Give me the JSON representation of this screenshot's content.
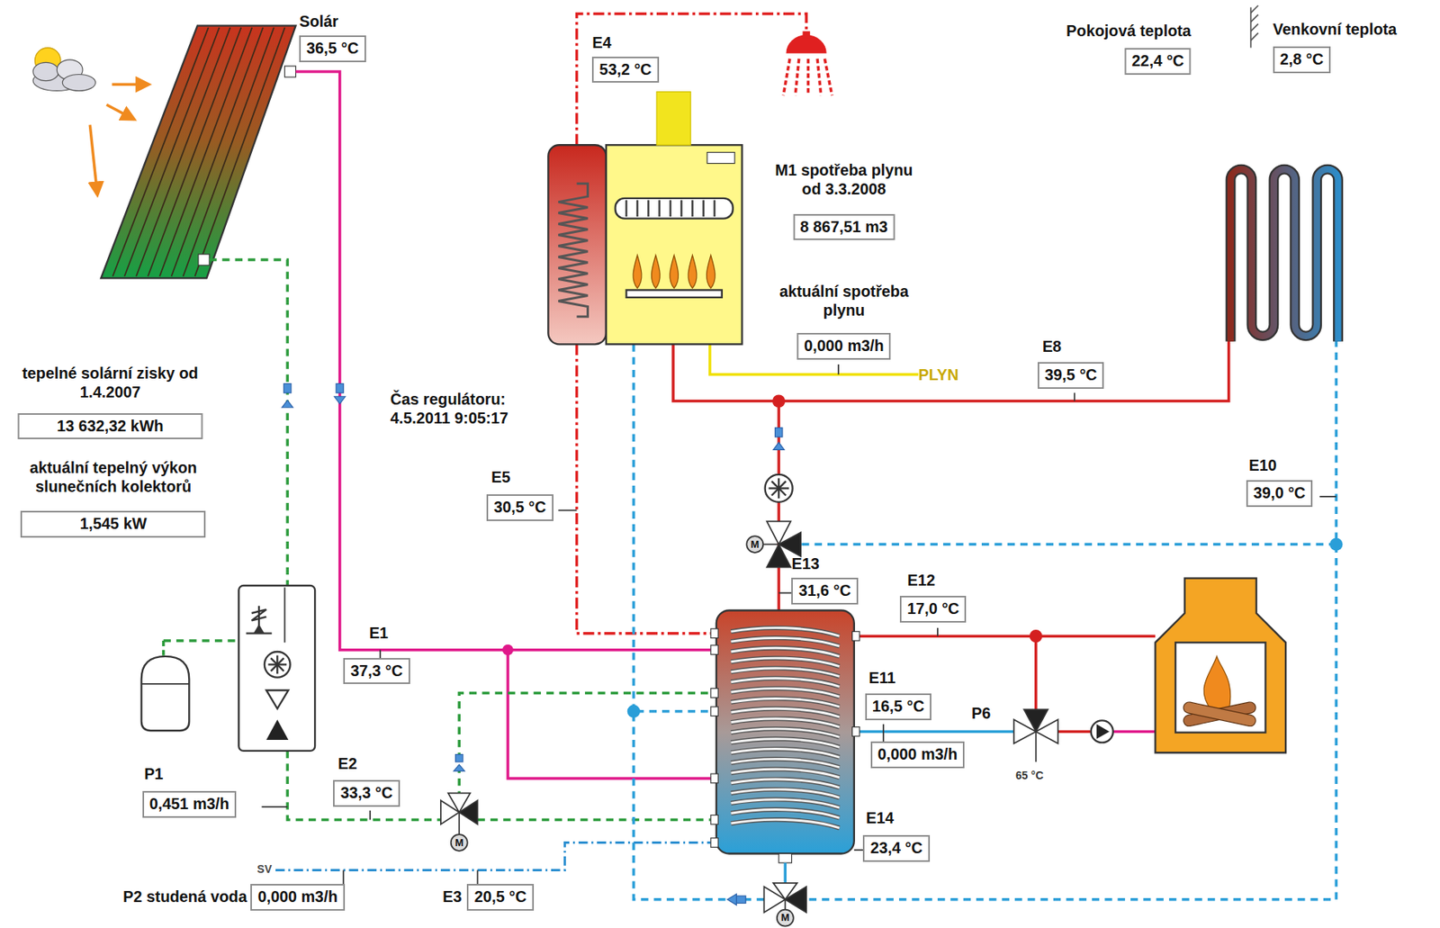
{
  "diagram": {
    "nodes": [
      {
        "text": [
          "Solár",
          "36,5 °C"
        ]
      },
      {
        "text": [
          "E4",
          "53,2 °C"
        ]
      },
      {
        "text": [
          "Pokojová teplota",
          "22,4 °C"
        ]
      },
      {
        "text": [
          "Venkovní teplota",
          "2,8 °C"
        ]
      },
      {
        "text": [
          "M1 spotřeba plynu od 3.3.2008",
          "8 867,51 m3"
        ]
      },
      {
        "text": [
          "aktuální spotřeba plynu",
          "0,000 m3/h"
        ]
      },
      {
        "text": [
          "tepelné solární zisky od 1.4.2007",
          "13 632,32 kWh"
        ]
      },
      {
        "text": [
          "aktuální tepelný výkon slunečních kolektorů",
          "1,545 kW"
        ]
      },
      {
        "text": [
          "E8",
          "39,5 °C"
        ]
      },
      {
        "text": [
          "E10",
          "39,0 °C"
        ]
      },
      {
        "text": [
          "E5",
          "30,5 °C"
        ]
      },
      {
        "text": [
          "E13",
          "31,6 °C"
        ]
      },
      {
        "text": [
          "E12",
          "17,0 °C"
        ]
      },
      {
        "text": [
          "E1",
          "37,3 °C"
        ]
      },
      {
        "text": [
          "E11",
          "16,5 °C"
        ]
      },
      {
        "text": [
          "0,000 m3/h"
        ]
      },
      {
        "text": [
          "P1",
          "0,451 m3/h"
        ]
      },
      {
        "text": [
          "E2",
          "33,3 °C"
        ]
      },
      {
        "text": [
          "E14",
          "23,4 °C"
        ]
      },
      {
        "text": [
          "P2 studená voda",
          "0,000 m3/h"
        ]
      },
      {
        "text": [
          "E3",
          "20,5 °C"
        ]
      }
    ],
    "labels": [
      "Čas regulátoru: 4.5.2011 9:05:17",
      "PLYN",
      "SV",
      "P6",
      "65 °C",
      "M",
      "M",
      "M"
    ]
  }
}
